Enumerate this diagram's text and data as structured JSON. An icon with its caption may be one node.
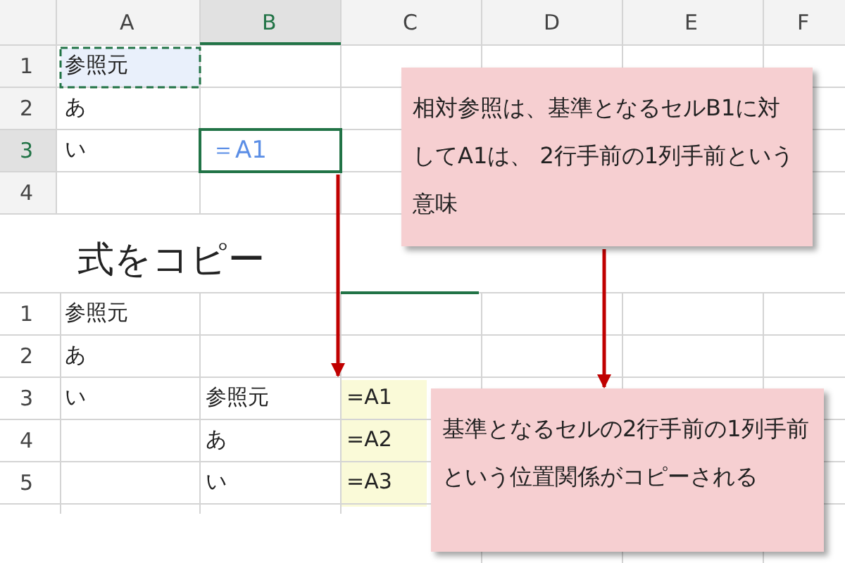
{
  "diagram": {
    "title": "式をコピー",
    "nodes": [
      {
        "text": [
          "＝A1"
        ]
      },
      {
        "text": [
          "相対参照は、基準となるセルB1に対してA1は、 2行手前の1列手前という意味"
        ]
      },
      {
        "text": [
          "=A1"
        ]
      },
      {
        "text": [
          "基準となるセルの2行手前の1列手前という位置関係がコピーされる"
        ]
      }
    ],
    "edges": [
      {
        "from": 0,
        "to": 2,
        "arrow": "to"
      },
      {
        "from": 1,
        "to": 3,
        "arrow": "to"
      }
    ],
    "labels": [
      "A",
      "B",
      "C",
      "D",
      "E",
      "F",
      "1",
      "参照元",
      "2",
      "あ",
      "3",
      "い",
      "4",
      "1",
      "参照元",
      "2",
      "あ",
      "3",
      "い",
      "参照元",
      "4",
      "あ",
      "=A2",
      "5",
      "い",
      "=A3"
    ]
  }
}
